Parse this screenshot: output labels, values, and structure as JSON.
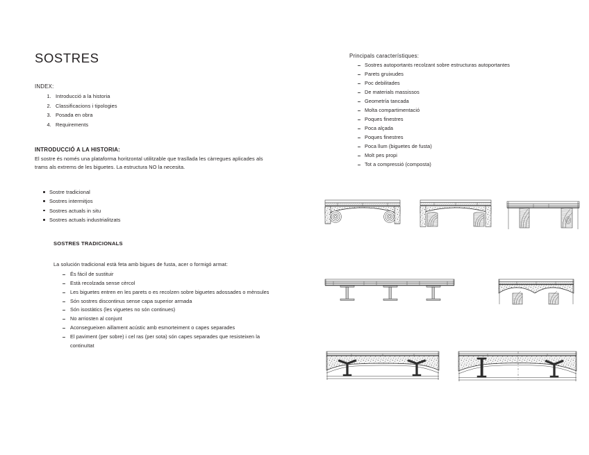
{
  "document": {
    "title": "SOSTRES"
  },
  "left_column": {
    "index_label": "INDEX:",
    "index_items": [
      "Introducció a la historia",
      "Classificacions i tipologies",
      "Posada en obra",
      "Requirements"
    ],
    "intro_heading": "INTRODUCCIÓ A LA HISTORIA:",
    "intro_paragraph": "El sostre és només una plataforma horitzontal utilitzable que trasllada les càrregues aplicades als trams als extrems de les biguetes. La estructura NO la necesita.",
    "type_bullets": [
      "Sostre tradicional",
      "Sostres intermitjos",
      "Sostres actuals in situ",
      "Sostres actuals industrialitzats"
    ],
    "traditional_heading": "SOSTRES TRADICIONALS",
    "traditional_lead": "La solución tradicional està feta amb bigues de fusta, acer o formigó armat:",
    "traditional_items": [
      "És fácil de sustituir",
      "Està recolzada sense cèrcol",
      "Les biguetes entren en les parets o es recolzen sobre biguetes adossades o mènsules",
      "Són sostres discontinus sense capa superior armada",
      "Són isostàtics (les viguetes no són continues)",
      "No arriosten al conjunt",
      "Aconsegueixen aillament acústic amb esmorteiment o capes separades",
      "El paviment (per sobre) i cel ras (per sota) són capes separades que resisteixen la continuïtat"
    ]
  },
  "right_column": {
    "features_label": "Principals característiques:",
    "features": [
      "Sostres autoportants recolzant sobre estructuras autoportantes",
      "Parets gruixudes",
      "Poc debilitades",
      "De materials massissos",
      "Geometría tancada",
      "Molta compartimentació",
      "Poques finestres",
      "Poca alçada",
      "Poques finestres",
      "Poca llum (biguetes de fusta)",
      "Molt pes propi",
      "Tot a compressió (composta)"
    ]
  },
  "figures": [
    {
      "name": "figure-masonry-vault-with-round-corbels",
      "caption_present": false,
      "description": "Cross-section of a traditional masonry floor: shallow brick vault springing from two circular stone corbels, with paving layer above"
    },
    {
      "name": "figure-vault-on-timber-beams",
      "caption_present": false,
      "description": "Cross-section of a shallow vault springing from two timber beams shown in end grain"
    },
    {
      "name": "figure-flat-floor-on-timber-beams",
      "caption_present": false,
      "description": "Cross-section of a flat floor deck supported on two timber beams shown in end grain"
    },
    {
      "name": "figure-flat-floor-on-steel-i-beams",
      "caption_present": false,
      "description": "Cross-section of a flat floor deck carried by three steel I-beams"
    },
    {
      "name": "figure-double-vault-on-timber-piers",
      "caption_present": false,
      "description": "Cross-section of two adjoining shallow vaults springing from timber piers"
    },
    {
      "name": "figure-vault-on-steel-t-supports",
      "caption_present": false,
      "description": "Cross-section of a wide shallow vault with fill, carried on steel T-shaped supports"
    },
    {
      "name": "figure-vault-on-steel-beam-and-tie",
      "caption_present": false,
      "description": "Cross-section of a shallow vault with fill, carried on a steel beam and tie support"
    }
  ],
  "colors": {
    "page_background": "#ffffff",
    "text": "#231f20",
    "drawing_line": "#3a3a3a",
    "drawing_fill_light": "#e8e8e8"
  }
}
